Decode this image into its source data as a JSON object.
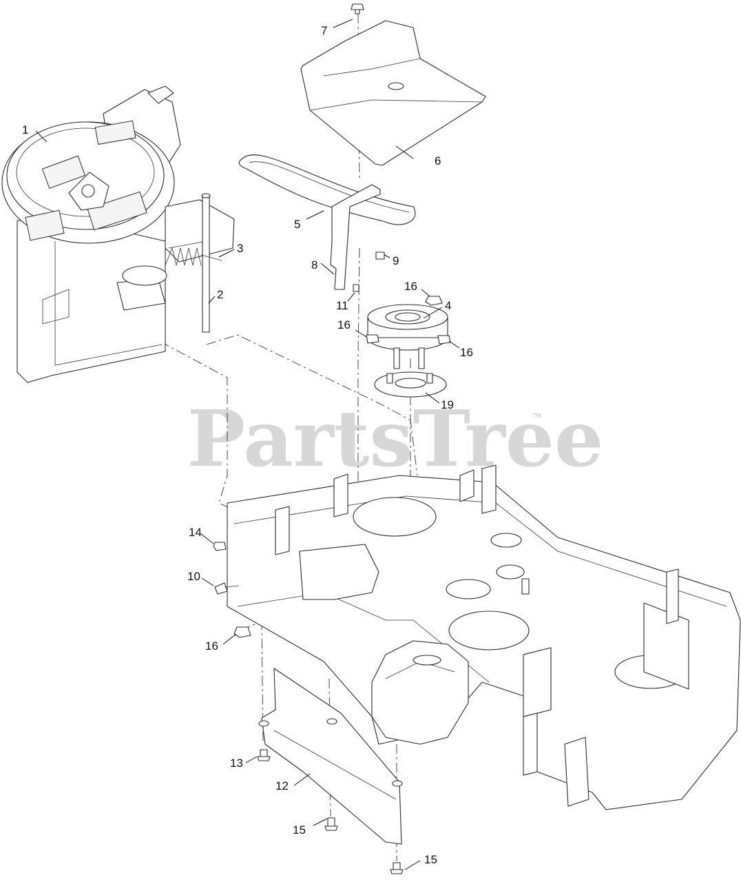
{
  "watermark": {
    "text": "PartsTree",
    "trademark": "™"
  },
  "callouts": [
    {
      "id": "callout-1",
      "label": "1"
    },
    {
      "id": "callout-2",
      "label": "2"
    },
    {
      "id": "callout-3",
      "label": "3"
    },
    {
      "id": "callout-4",
      "label": "4"
    },
    {
      "id": "callout-5",
      "label": "5"
    },
    {
      "id": "callout-6",
      "label": "6"
    },
    {
      "id": "callout-7",
      "label": "7"
    },
    {
      "id": "callout-8",
      "label": "8"
    },
    {
      "id": "callout-9",
      "label": "9"
    },
    {
      "id": "callout-10",
      "label": "10"
    },
    {
      "id": "callout-11",
      "label": "11"
    },
    {
      "id": "callout-12",
      "label": "12"
    },
    {
      "id": "callout-13",
      "label": "13"
    },
    {
      "id": "callout-14",
      "label": "14"
    },
    {
      "id": "callout-15a",
      "label": "15"
    },
    {
      "id": "callout-15b",
      "label": "15"
    },
    {
      "id": "callout-16a",
      "label": "16"
    },
    {
      "id": "callout-16b",
      "label": "16"
    },
    {
      "id": "callout-16c",
      "label": "16"
    },
    {
      "id": "callout-16d",
      "label": "16"
    },
    {
      "id": "callout-19",
      "label": "19"
    }
  ]
}
